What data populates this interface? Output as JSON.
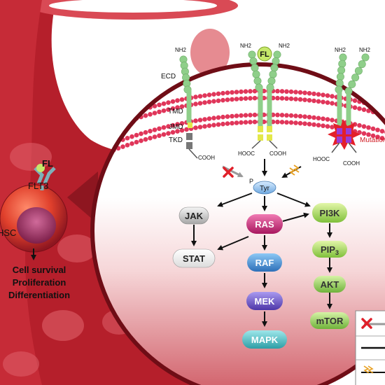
{
  "left_panel": {
    "ligand": "FL",
    "receptor": "FLT3",
    "cell": "HSC",
    "outcomes": [
      "Cell survival",
      "Proliferation",
      "Differentiation"
    ]
  },
  "receptor_labels": {
    "ecd": "ECD",
    "tmd": "TMD",
    "jmd": "JMD",
    "tkd": "TKD",
    "nh2": "NH2",
    "cooh": "COOH",
    "hooc": "HOOC",
    "ligand": "FL",
    "mutation": "Mutation"
  },
  "phospho": {
    "p": "P",
    "tyr": "Tyr"
  },
  "nodes": {
    "jak": "JAK",
    "stat": "STAT",
    "ras": "RAS",
    "raf": "RAF",
    "mek": "MEK",
    "mapk": "MAPK",
    "pi3k": "PI3K",
    "pip3": "PIP3",
    "akt": "AKT",
    "mtor": "mTOR"
  },
  "colors": {
    "vessel_red": "#b3202a",
    "membrane": "#e0365a",
    "receptor_green": "#8fcf8a",
    "ras_pink": "#c2307a",
    "mapk_blue": "#3f8fd6",
    "mek_purple": "#6e57c9",
    "pi3k_green": "#a8d96a",
    "mutation_red": "#e0202a"
  }
}
